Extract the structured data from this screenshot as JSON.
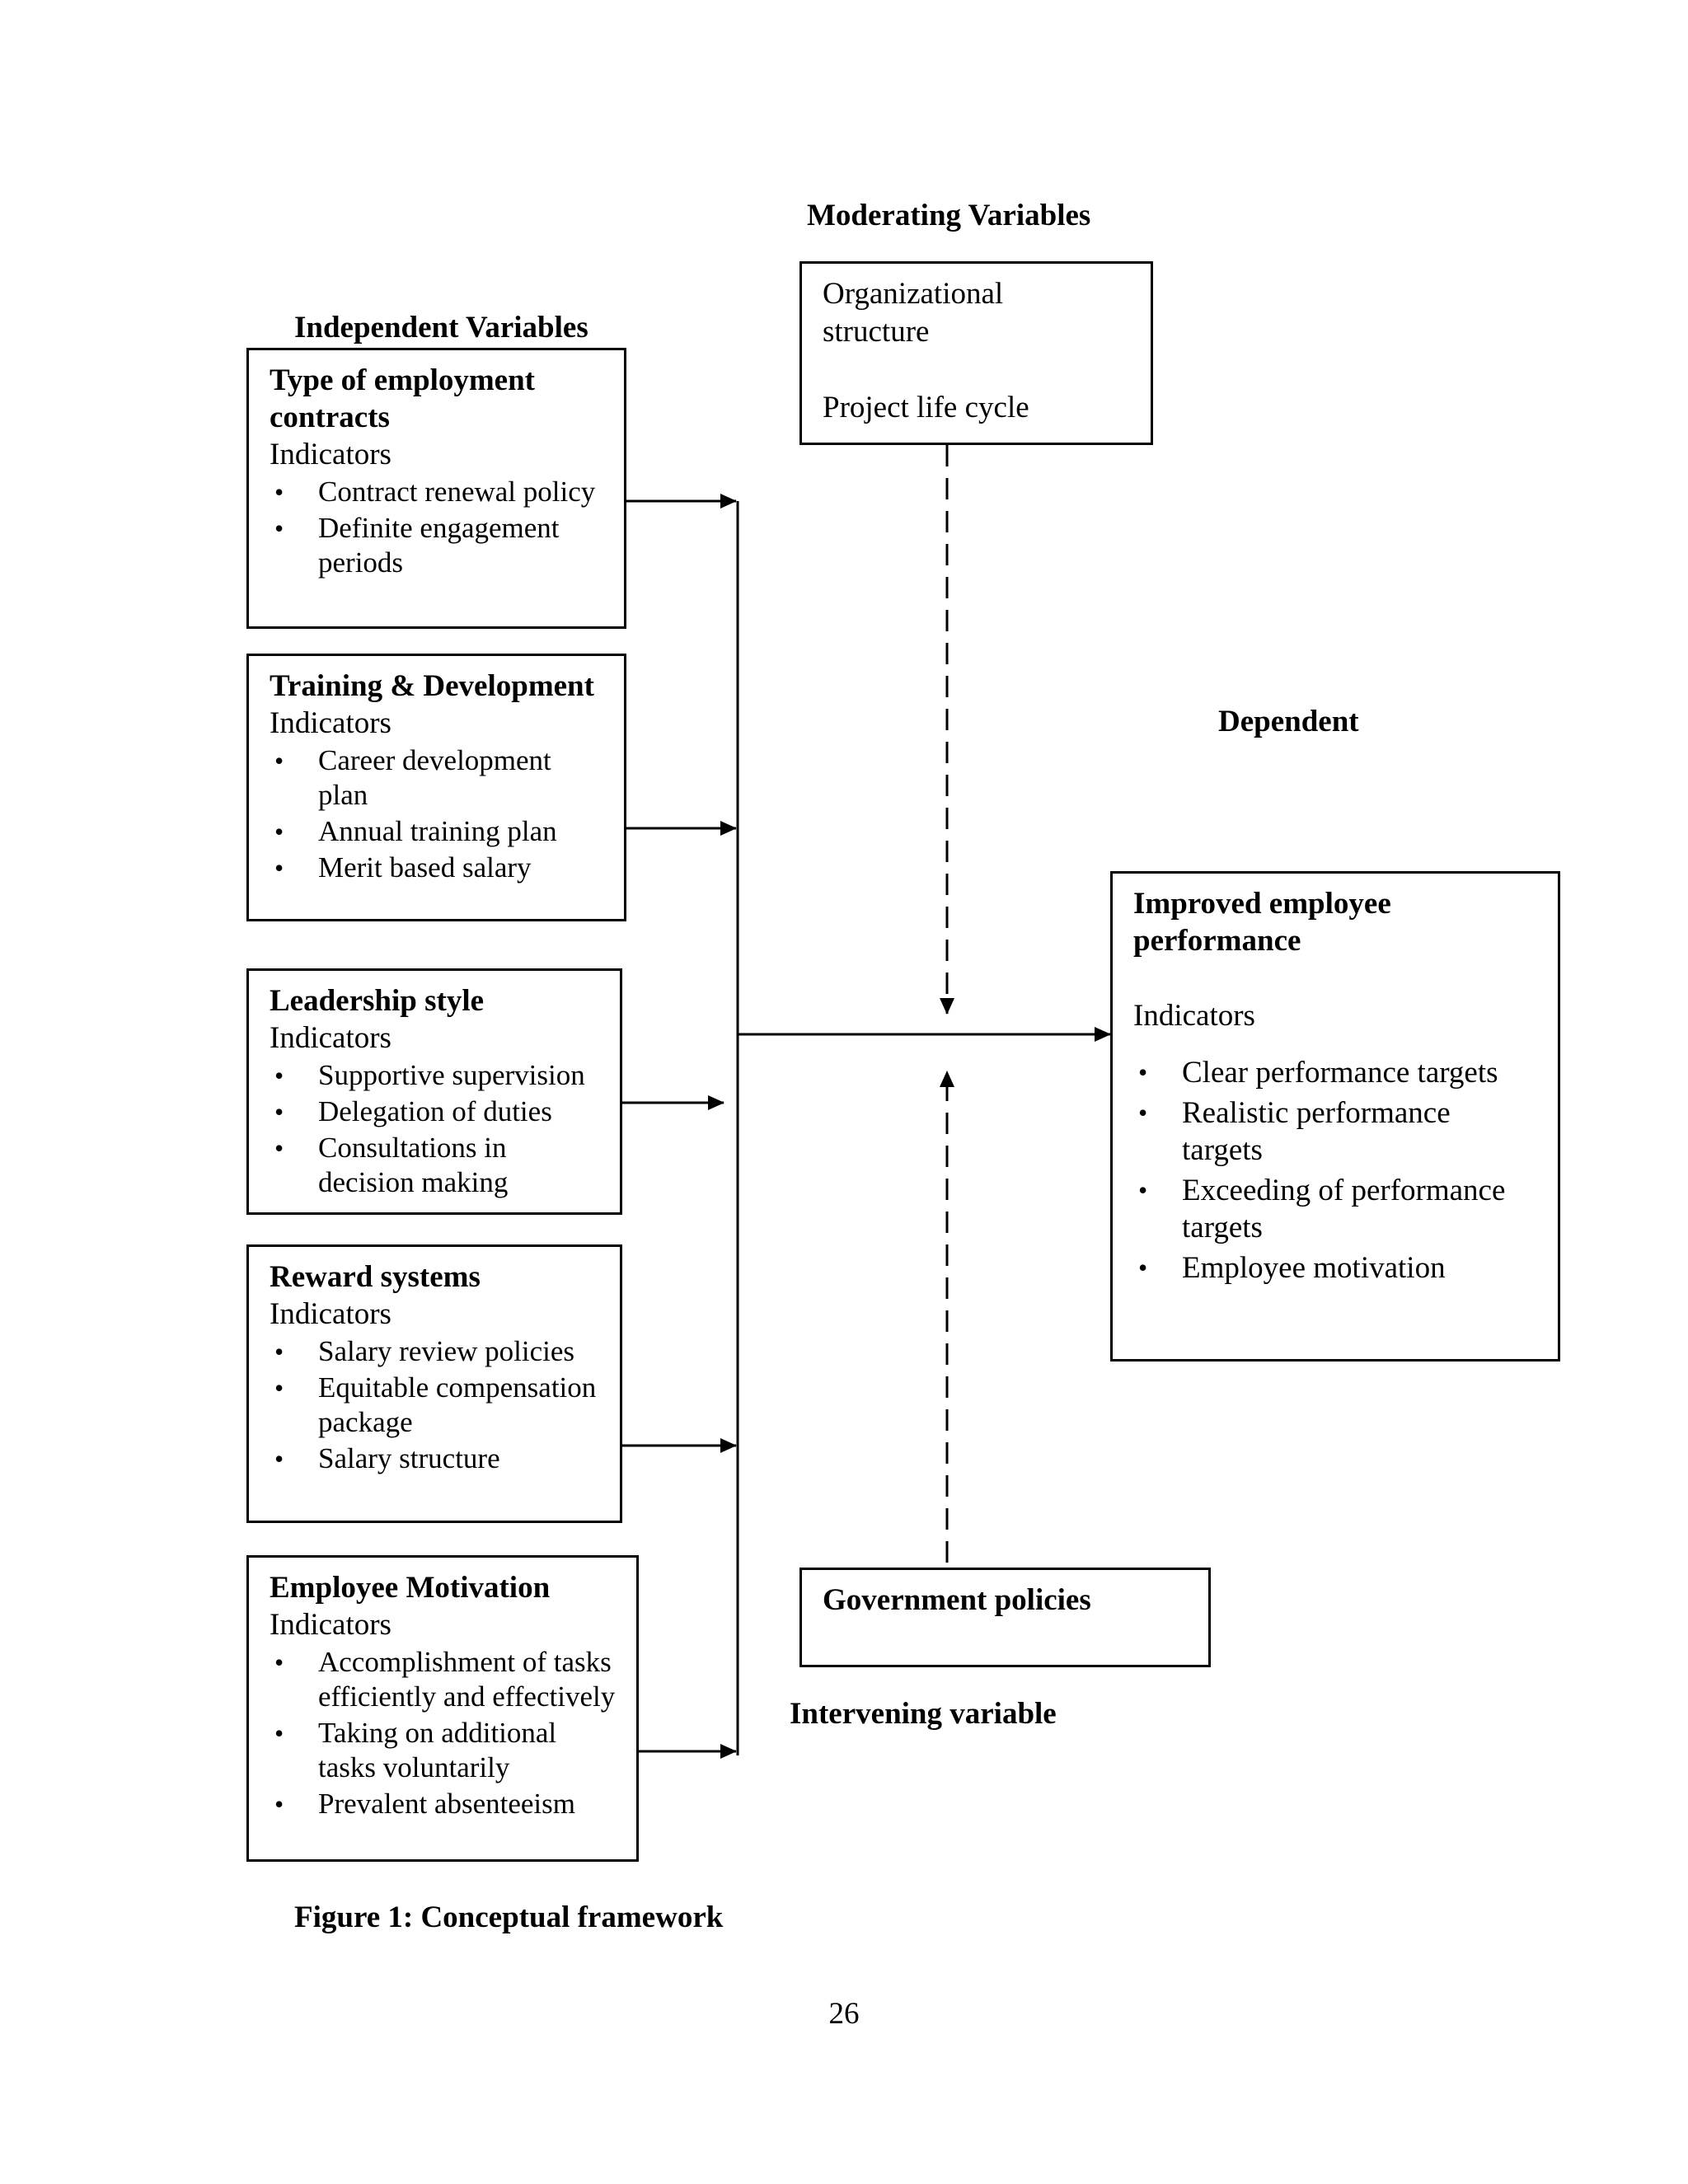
{
  "headings": {
    "moderating": "Moderating Variables",
    "independent": "Independent Variables",
    "dependent": "Dependent",
    "intervening": "Intervening variable"
  },
  "moderating_box": {
    "line1": "Organizational",
    "line2": "structure",
    "line3": "Project life cycle"
  },
  "independent_boxes": [
    {
      "title": "Type of employment contracts",
      "indicators_label": "Indicators",
      "items": [
        "Contract renewal policy",
        "Definite engagement periods"
      ]
    },
    {
      "title": "Training & Development",
      "indicators_label": "Indicators",
      "items": [
        "Career development plan",
        "Annual training plan",
        "Merit based salary"
      ]
    },
    {
      "title": "Leadership style",
      "indicators_label": "Indicators",
      "items": [
        "Supportive supervision",
        "Delegation of duties",
        "Consultations in decision making"
      ]
    },
    {
      "title": "Reward systems",
      "indicators_label": "Indicators",
      "items": [
        "Salary review policies",
        "Equitable compensation package",
        "Salary structure"
      ]
    },
    {
      "title": "Employee Motivation",
      "indicators_label": "Indicators",
      "items": [
        "Accomplishment of tasks efficiently and effectively",
        "Taking on additional tasks voluntarily",
        "Prevalent  absenteeism"
      ]
    }
  ],
  "dependent_box": {
    "title": "Improved employee performance",
    "indicators_label": "Indicators",
    "items": [
      "Clear performance targets",
      "Realistic performance targets",
      "Exceeding of performance targets",
      "Employee motivation"
    ]
  },
  "intervening_box": {
    "title": "Government policies"
  },
  "caption": "Figure 1: Conceptual framework",
  "page_number": "26",
  "bullet_glyph": "•"
}
